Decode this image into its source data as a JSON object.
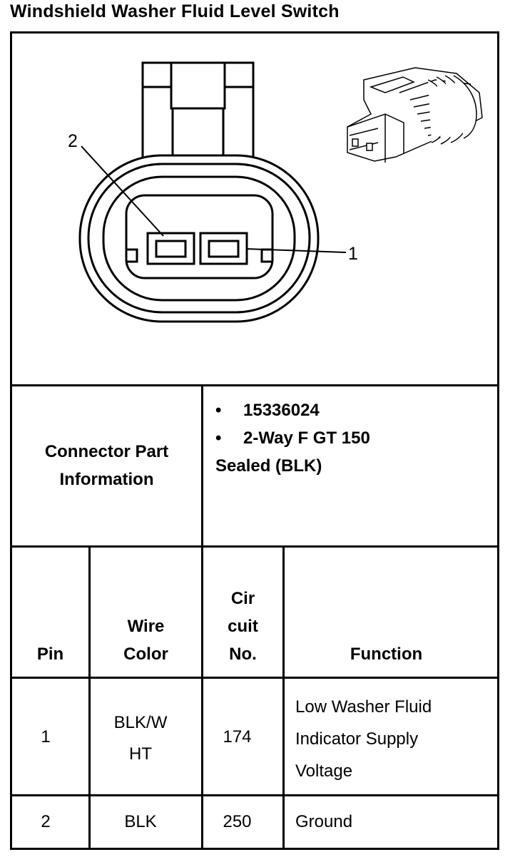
{
  "title": "Windshield Washer Fluid Level Switch",
  "diagram": {
    "callout_2": "2",
    "callout_1": "1"
  },
  "connector_info": {
    "label_line1": "Connector Part",
    "label_line2": "Information",
    "bullet_symbol": "•",
    "part_number": "15336024",
    "description_line1": "2-Way F GT 150",
    "description_line2": "Sealed (BLK)"
  },
  "table": {
    "headers": {
      "pin": "Pin",
      "wire_line1": "Wire",
      "wire_line2": "Color",
      "circuit_line1": "Cir",
      "circuit_line2": "cuit",
      "circuit_line3": "No.",
      "function": "Function"
    },
    "rows": [
      {
        "pin": "1",
        "wire_line1": "BLK/W",
        "wire_line2": "HT",
        "circuit": "174",
        "function_line1": "Low Washer Fluid",
        "function_line2": "Indicator Supply",
        "function_line3": "Voltage"
      },
      {
        "pin": "2",
        "wire": "BLK",
        "circuit": "250",
        "function": "Ground"
      }
    ]
  }
}
